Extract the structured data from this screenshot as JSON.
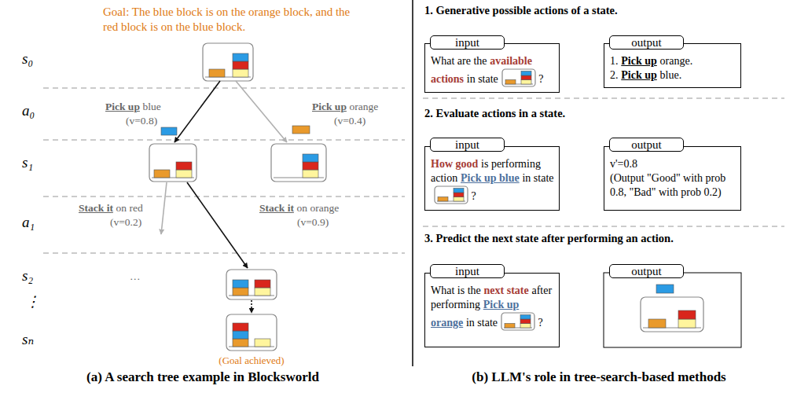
{
  "diagram": {
    "nodes": [
      {
        "text": [
          "input"
        ]
      },
      {
        "text": [
          "What are the",
          "available actions",
          "in state",
          "?"
        ]
      },
      {
        "text": [
          "output"
        ]
      },
      {
        "text": [
          "1.",
          "Pick up",
          "orange.",
          "2.",
          "Pick up",
          "blue."
        ]
      },
      {
        "text": [
          "input"
        ]
      },
      {
        "text": [
          "How good",
          "is performing action",
          "Pick up blue",
          "in state",
          "?"
        ]
      },
      {
        "text": [
          "output"
        ]
      },
      {
        "text": [
          "v'=0.8",
          "(Output \"Good\" with prob 0.8, \"Bad\" with prob 0.2)"
        ]
      },
      {
        "text": [
          "input"
        ]
      },
      {
        "text": [
          "What is the",
          "next state",
          "after performing",
          "Pick up orange",
          "in state",
          "?"
        ]
      },
      {
        "text": [
          "output"
        ]
      }
    ],
    "labels": [
      "Goal: The blue block is on the orange block, and the red block is on the blue block.",
      "s₀",
      "a₀",
      "s₁",
      "a₁",
      "s₂",
      "⋮",
      "sₙ",
      "Pick up",
      "blue",
      "(v=0.8)",
      "Pick up",
      "orange",
      "(v=0.4)",
      "Stack it",
      "on red",
      "(v=0.2)",
      "Stack it",
      "on orange",
      "(v=0.9)",
      "···",
      "(Goal achieved)",
      "(a) A search tree example in Blocksworld",
      "1. Generative possible actions of a state.",
      "2. Evaluate actions in a state.",
      "3. Predict the next state after performing an action.",
      "(b) LLM's role in tree-search-based methods"
    ]
  }
}
